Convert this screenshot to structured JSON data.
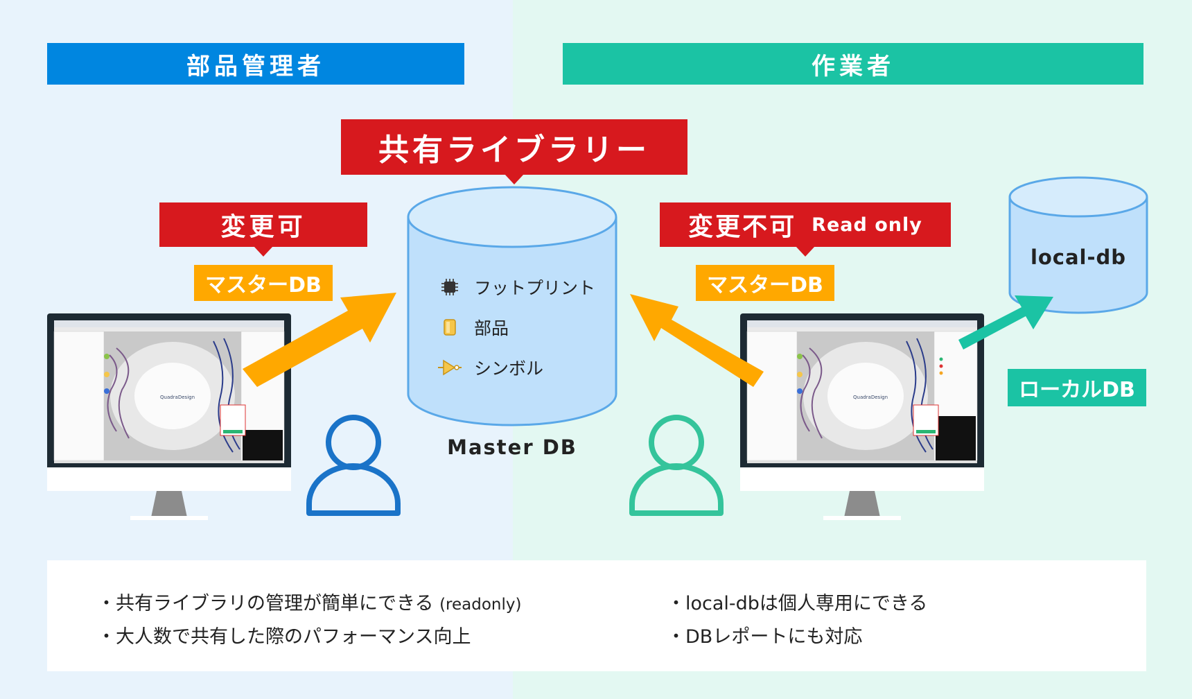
{
  "colors": {
    "admin_blue": "#0086e0",
    "worker_teal": "#1bc3a4",
    "label_red": "#d7191e",
    "arrow_orange": "#ffa800",
    "db_fill": "#bfe0fb"
  },
  "headers": {
    "admin": "部品管理者",
    "worker": "作業者"
  },
  "shared_library": {
    "title": "共有ライブラリー"
  },
  "admin_side": {
    "permission": "変更可",
    "db_tag": "マスターDB"
  },
  "worker_side": {
    "permission": "変更不可",
    "permission_note": "Read only",
    "db_tag": "マスターDB",
    "local_tag": "ローカルDB"
  },
  "master_db": {
    "caption": "Master DB",
    "items": [
      {
        "label": "フットプリント",
        "icon": "chip-icon"
      },
      {
        "label": "部品",
        "icon": "part-icon"
      },
      {
        "label": "シンボル",
        "icon": "symbol-icon"
      }
    ]
  },
  "local_db": {
    "label": "local-db"
  },
  "benefits": {
    "left": [
      {
        "text": "・共有ライブラリの管理が簡単にできる",
        "note": "(readonly)"
      },
      {
        "text": "・大人数で共有した際のパフォーマンス向上"
      }
    ],
    "right": [
      {
        "text": "・local-dbは個人専用にできる"
      },
      {
        "text": "・DBレポートにも対応"
      }
    ]
  }
}
